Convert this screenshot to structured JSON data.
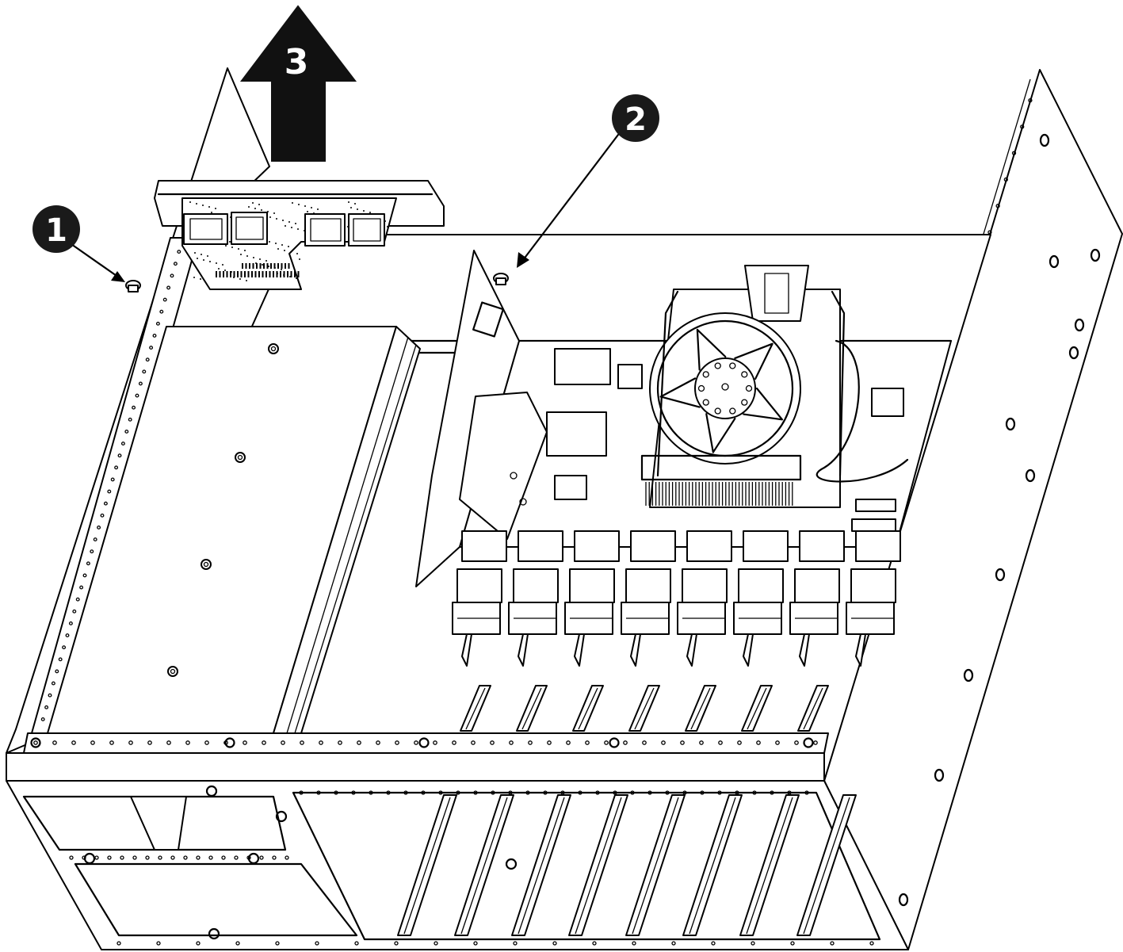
{
  "callouts": [
    {
      "id": "1",
      "label": "1",
      "kind": "circle",
      "target": "screw"
    },
    {
      "id": "2",
      "label": "2",
      "kind": "circle",
      "target": "screw"
    },
    {
      "id": "3",
      "label": "3",
      "kind": "arrow-up",
      "target": "backplane-board"
    }
  ],
  "colors": {
    "line": "#000000",
    "background": "#ffffff",
    "callout_fill": "#1a1a1a",
    "callout_text": "#ffffff"
  },
  "icons": {
    "callout_marker": "numbered-circle-icon",
    "lift_arrow": "up-arrow-icon"
  }
}
